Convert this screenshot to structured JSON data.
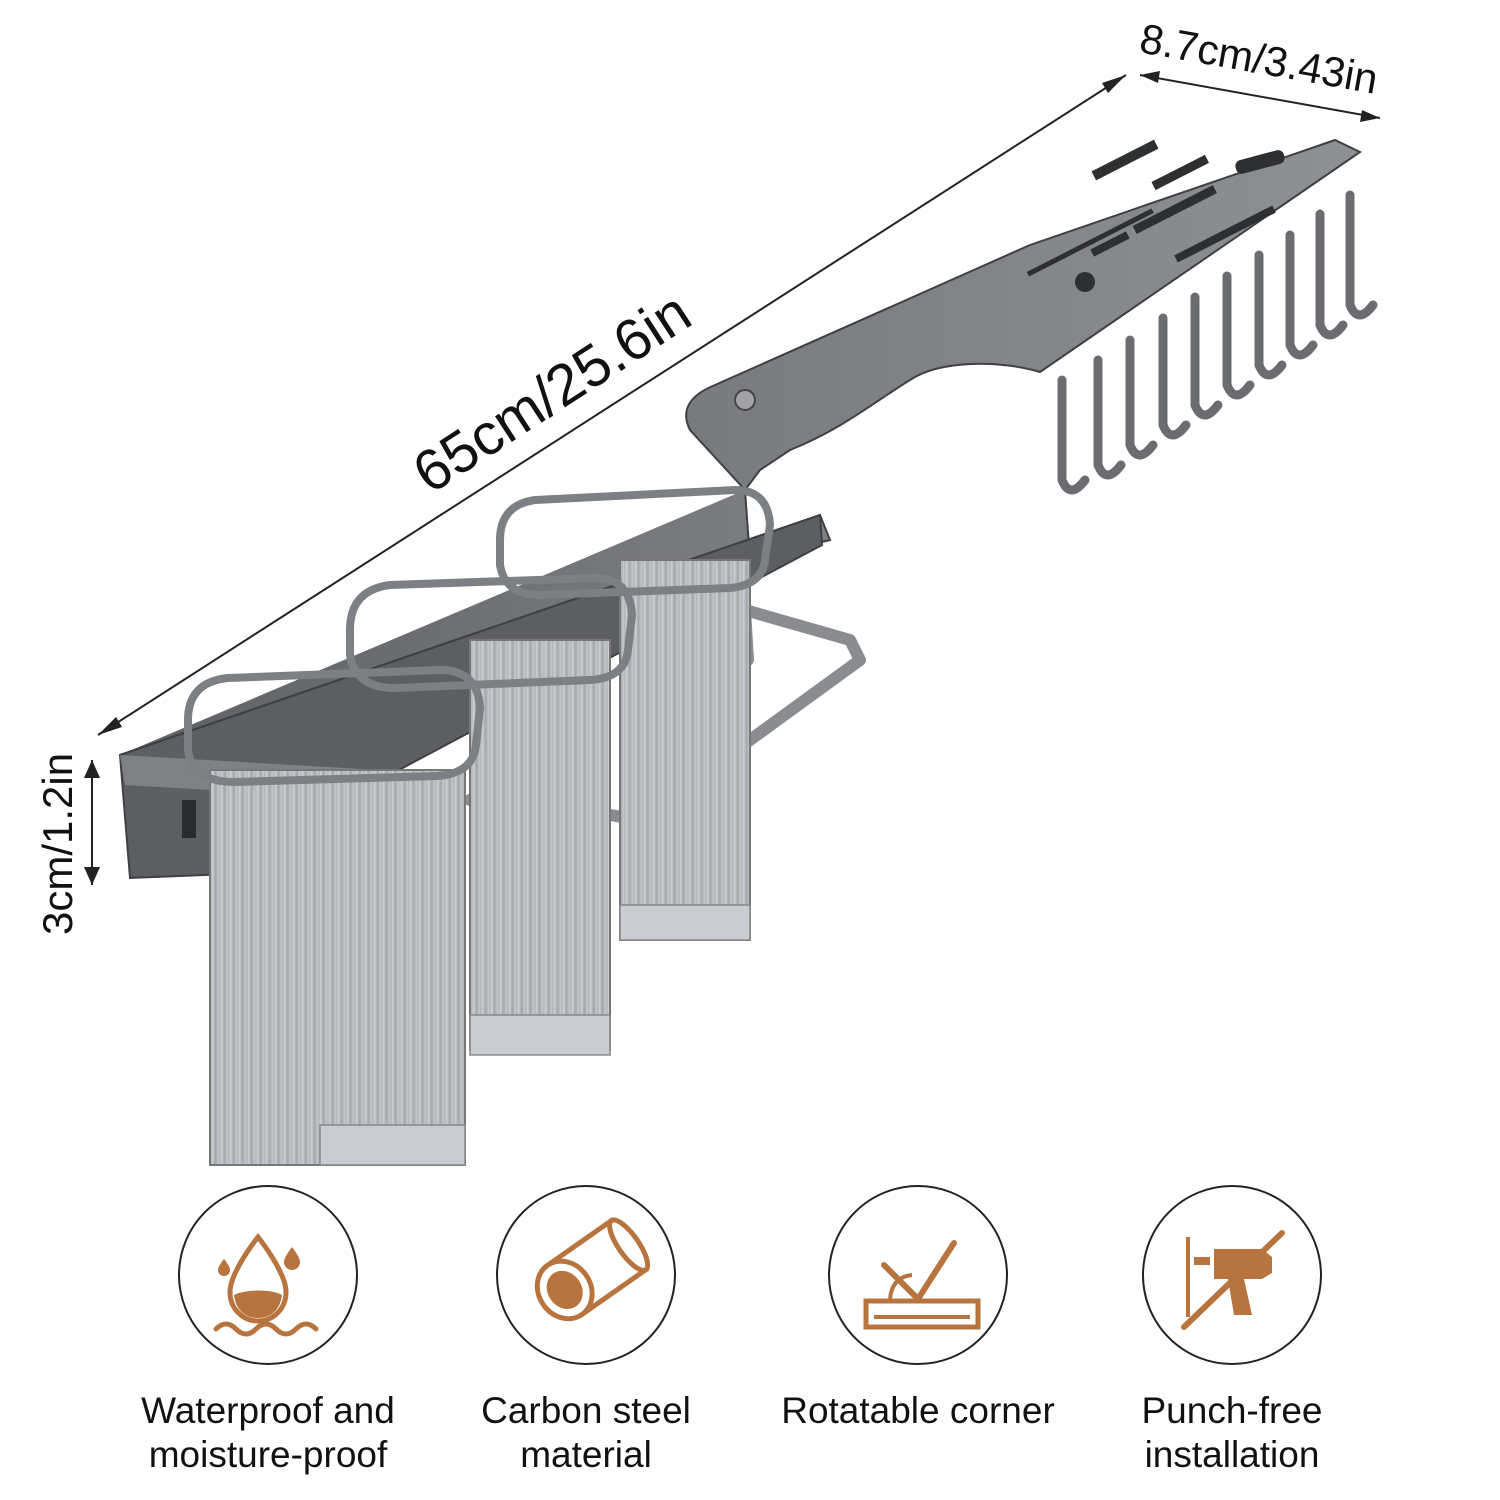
{
  "dimensions": {
    "length": "65cm/25.6in",
    "depth": "8.7cm/3.43in",
    "height": "3cm/1.2in"
  },
  "colors": {
    "icon_accent": "#B8743E",
    "metal": "#6E7073",
    "metal_dark": "#4A4C4F",
    "cup": "#BFC2C6"
  },
  "features": [
    {
      "icon": "water-drop-icon",
      "line1": "Waterproof and",
      "line2": "moisture-proof"
    },
    {
      "icon": "steel-pipe-icon",
      "line1": "Carbon steel",
      "line2": "material"
    },
    {
      "icon": "rotatable-corner-icon",
      "line1": "Rotatable corner",
      "line2": ""
    },
    {
      "icon": "no-drill-icon",
      "line1": "Punch-free",
      "line2": "installation"
    }
  ]
}
